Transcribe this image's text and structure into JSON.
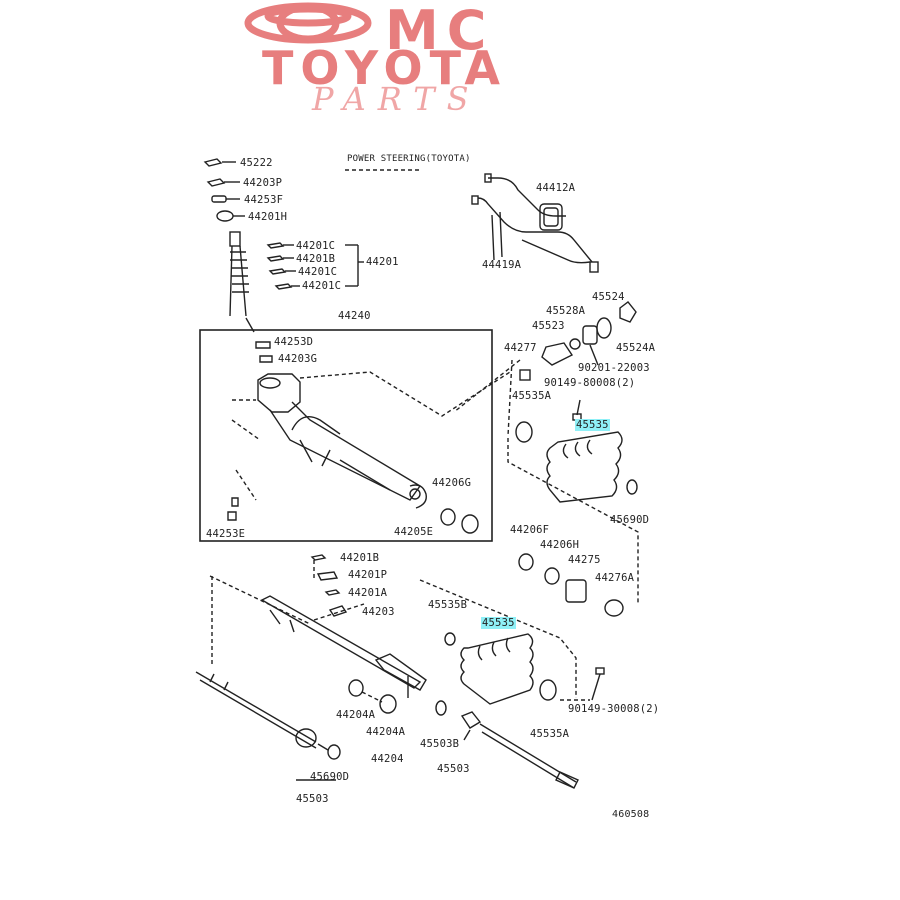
{
  "logo": {
    "line1": "MC",
    "line2": "TOYOTA",
    "line3": "PARTS",
    "primary_color": "#e77e7e",
    "secondary_color": "#f0a6a6",
    "icon": "toyota-emblem-icon"
  },
  "header_note": "POWER STEERING(TOYOTA)",
  "diagram_id": "460508",
  "highlight_color": "#8ff0f7",
  "labels": {
    "p45222": "45222",
    "p44203p_top": "44203P",
    "p44253f": "44253F",
    "p44201h_top": "44201H",
    "p44201c_1": "44201C",
    "p44201b": "44201B",
    "p44201c_2": "44201C",
    "p44201c_3": "44201C",
    "p44201": "44201",
    "p44240": "44240",
    "p44253d": "44253D",
    "p44203g": "44203G",
    "p44253e": "44253E",
    "p44206g": "44206G",
    "p44205e": "44205E",
    "p44412a": "44412A",
    "p44419a": "44419A",
    "p45528a": "45528A",
    "p45524": "45524",
    "p45523": "45523",
    "p45524a": "45524A",
    "p44277": "44277",
    "p90201": "90201-22003",
    "p90149a": "90149-80008(2)",
    "p45535a_top": "45535A",
    "p45535_top": "45535",
    "p45690d": "45690D",
    "p44206f": "44206F",
    "p44206h": "44206H",
    "p44275": "44275",
    "p44276a": "44276A",
    "p44201b_mid": "44201B",
    "p44201p": "44201P",
    "p44201a": "44201A",
    "p44203": "44203",
    "p45535b": "45535B",
    "p45535_bot": "45535",
    "p90149b": "90149-30008(2)",
    "p45535a_bot": "45535A",
    "p44204a": "44204A",
    "p44204a_2": "44204A",
    "p44204": "44204",
    "p45503b": "45503B",
    "p45503": "45503",
    "p45690d_bot": "45690D",
    "p45503_bot": "45503"
  }
}
